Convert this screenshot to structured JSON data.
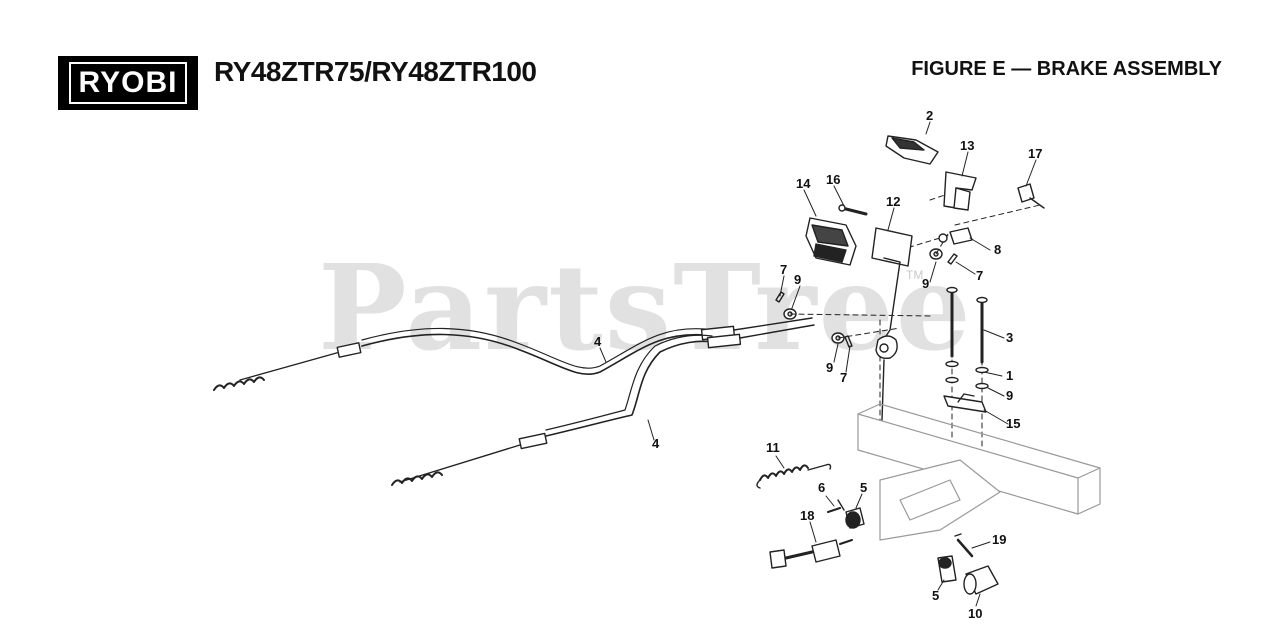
{
  "header": {
    "brand": "RYOBI",
    "model": "RY48ZTR75/RY48ZTR100",
    "figure_title": "FIGURE E — BRAKE ASSEMBLY"
  },
  "watermark": {
    "text": "PartsTree",
    "tm": "TM"
  },
  "callouts": [
    {
      "id": "c2",
      "label": "2"
    },
    {
      "id": "c13",
      "label": "13"
    },
    {
      "id": "c17",
      "label": "17"
    },
    {
      "id": "c14",
      "label": "14"
    },
    {
      "id": "c16",
      "label": "16"
    },
    {
      "id": "c12",
      "label": "12"
    },
    {
      "id": "c8",
      "label": "8"
    },
    {
      "id": "c7a",
      "label": "7"
    },
    {
      "id": "c9a",
      "label": "9"
    },
    {
      "id": "c7b",
      "label": "7"
    },
    {
      "id": "c9b",
      "label": "9"
    },
    {
      "id": "c3",
      "label": "3"
    },
    {
      "id": "c4a",
      "label": "4"
    },
    {
      "id": "c9c",
      "label": "9"
    },
    {
      "id": "c7c",
      "label": "7"
    },
    {
      "id": "c1",
      "label": "1"
    },
    {
      "id": "c9d",
      "label": "9"
    },
    {
      "id": "c15",
      "label": "15"
    },
    {
      "id": "c4b",
      "label": "4"
    },
    {
      "id": "c11",
      "label": "11"
    },
    {
      "id": "c6",
      "label": "6"
    },
    {
      "id": "c5a",
      "label": "5"
    },
    {
      "id": "c18",
      "label": "18"
    },
    {
      "id": "c19",
      "label": "19"
    },
    {
      "id": "c5b",
      "label": "5"
    },
    {
      "id": "c10",
      "label": "10"
    }
  ]
}
